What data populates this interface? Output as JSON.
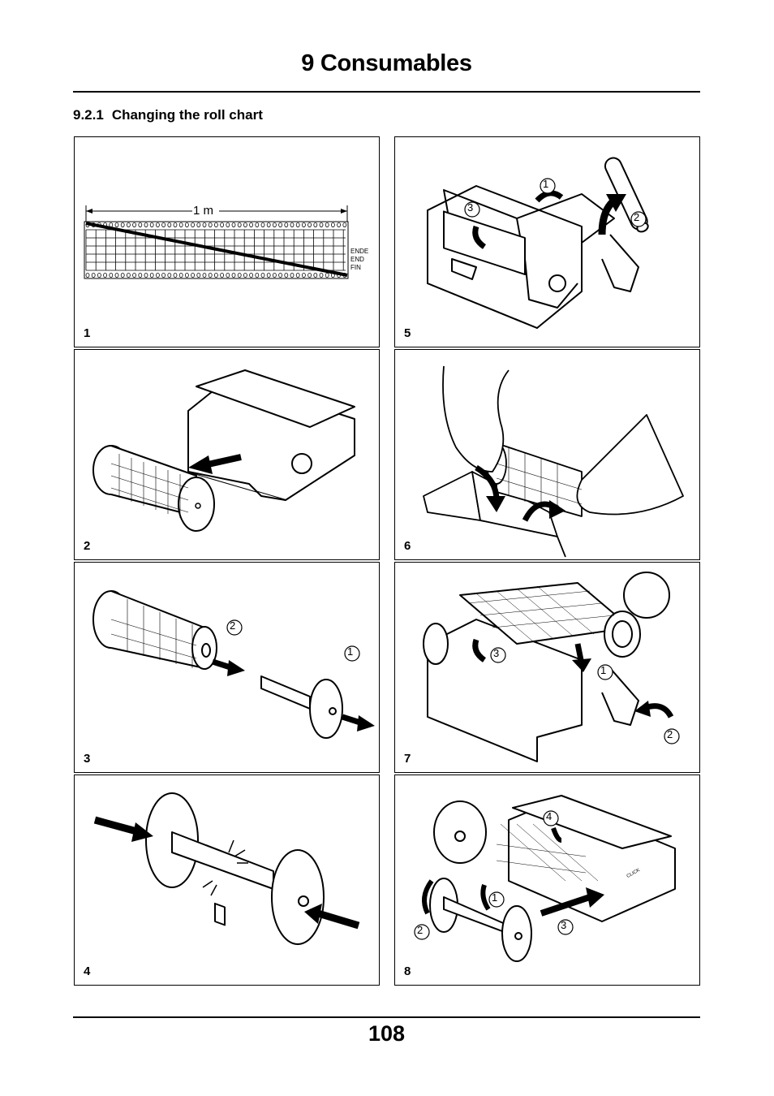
{
  "header": {
    "title": "9 Consumables"
  },
  "section": {
    "number": "9.2.1",
    "title": "Changing the roll chart"
  },
  "panels": [
    {
      "number": "1",
      "length_label": "1 m",
      "end_labels": [
        "ENDE",
        "END",
        "FIN"
      ]
    },
    {
      "number": "2"
    },
    {
      "number": "3",
      "callouts": [
        "2",
        "1"
      ]
    },
    {
      "number": "4"
    },
    {
      "number": "5",
      "callouts": [
        "1",
        "3",
        "2"
      ]
    },
    {
      "number": "6"
    },
    {
      "number": "7",
      "callouts": [
        "3",
        "1",
        "2"
      ]
    },
    {
      "number": "8",
      "callouts": [
        "4",
        "1",
        "2",
        "3"
      ],
      "click_label": "CLICK"
    }
  ],
  "footer": {
    "page_number": "108"
  }
}
